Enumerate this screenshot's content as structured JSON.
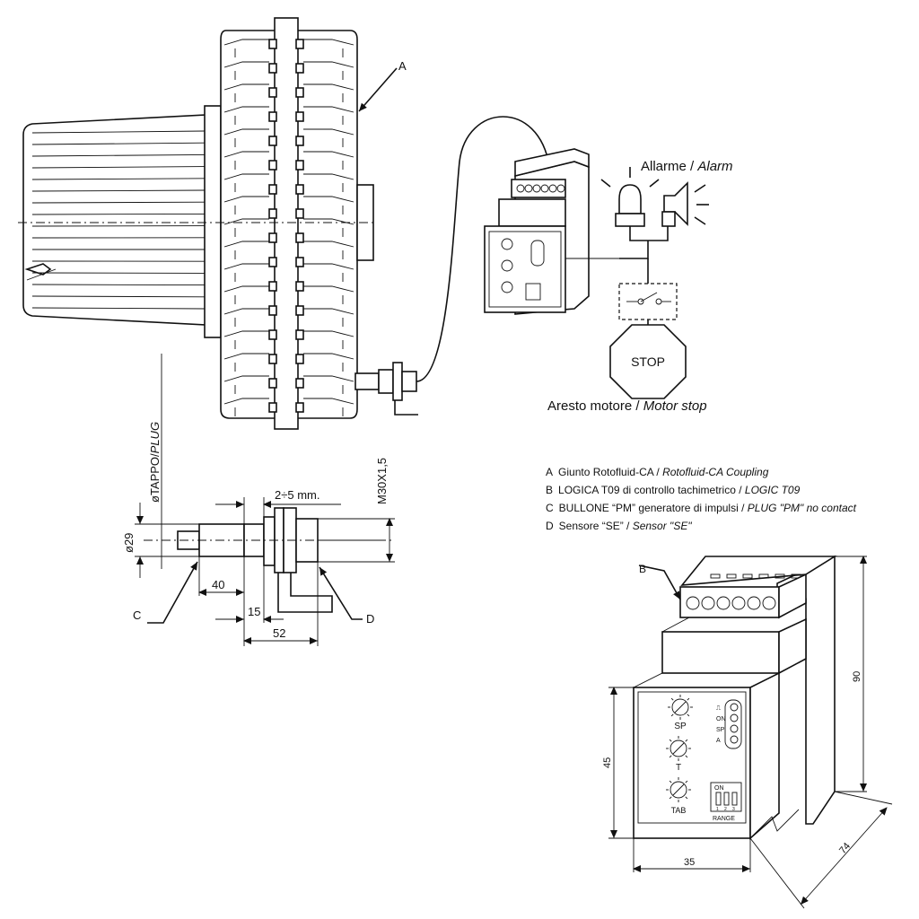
{
  "callouts": {
    "A": "A",
    "B": "B",
    "C": "C",
    "D": "D"
  },
  "alarm_label": {
    "it": "Allarme",
    "sep": " / ",
    "en": "Alarm"
  },
  "stop_sign": "STOP",
  "motor_stop_label": {
    "it": "Aresto motore",
    "sep": " / ",
    "en": "Motor stop"
  },
  "legend": [
    {
      "key": "A",
      "it": "Giunto Rotofluid-CA / ",
      "en": "Rotofluid-CA Coupling"
    },
    {
      "key": "B",
      "it": "LOGICA T09 di controllo tachimetrico / ",
      "en": "LOGIC T09"
    },
    {
      "key": "C",
      "it": "BULLONE “PM” generatore di impulsi / ",
      "en": "PLUG \"PM\" no contact"
    },
    {
      "key": "D",
      "it": "Sensore “SE” / ",
      "en": "Sensor \"SE\""
    }
  ],
  "plug_dims": {
    "vertical_label_it": "øTAPPO/",
    "vertical_label_en": "PLUG",
    "diameter": "ø29",
    "gap": "2÷5 mm.",
    "thread": "M30X1,5",
    "d40": "40",
    "d15": "15",
    "d52": "52"
  },
  "unit": {
    "sp": "SP",
    "t": "T",
    "tab": "TAB",
    "on": "ON",
    "range": "RANGE",
    "dip_nums": [
      "1",
      "2",
      "3"
    ],
    "leds": [
      "⎍",
      "ON",
      "SP",
      "A"
    ],
    "dim_90": "90",
    "dim_45": "45",
    "dim_35": "35",
    "dim_74": "74"
  }
}
